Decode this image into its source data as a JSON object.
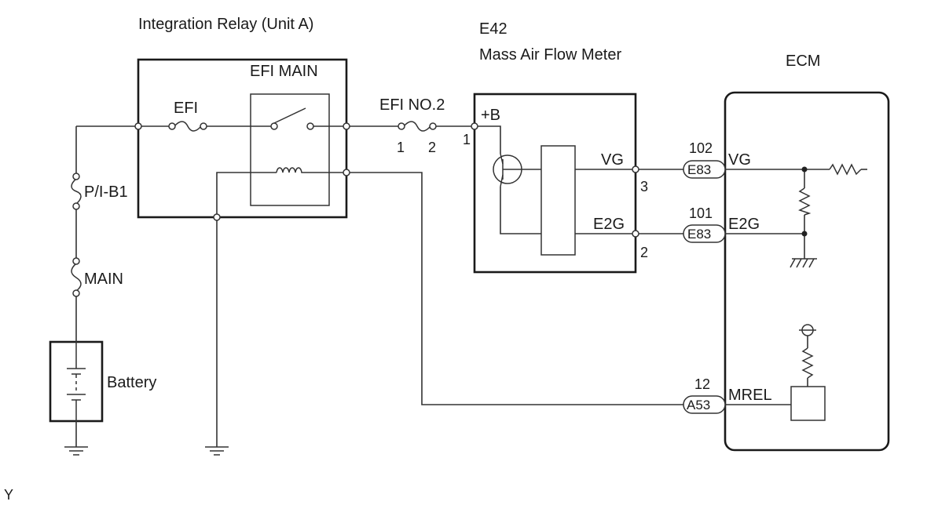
{
  "components": {
    "relay_title": "Integration Relay (Unit A)",
    "efi_main": "EFI MAIN",
    "efi": "EFI",
    "efi_no2": "EFI NO.2",
    "efi_no2_pin1": "1",
    "efi_no2_pin2": "2",
    "maf_code": "E42",
    "maf_title": "Mass Air Flow Meter",
    "ecm_title": "ECM",
    "pib1": "P/I-B1",
    "main_fuse": "MAIN",
    "battery": "Battery"
  },
  "maf_pins": {
    "plus_b": "+B",
    "plus_b_num": "1",
    "vg": "VG",
    "vg_num": "3",
    "e2g": "E2G",
    "e2g_num": "2"
  },
  "ecm_pins": [
    {
      "num": "102",
      "connector": "E83",
      "name": "VG"
    },
    {
      "num": "101",
      "connector": "E83",
      "name": "E2G"
    },
    {
      "num": "12",
      "connector": "A53",
      "name": "MREL"
    }
  ],
  "footer_code": "Y"
}
